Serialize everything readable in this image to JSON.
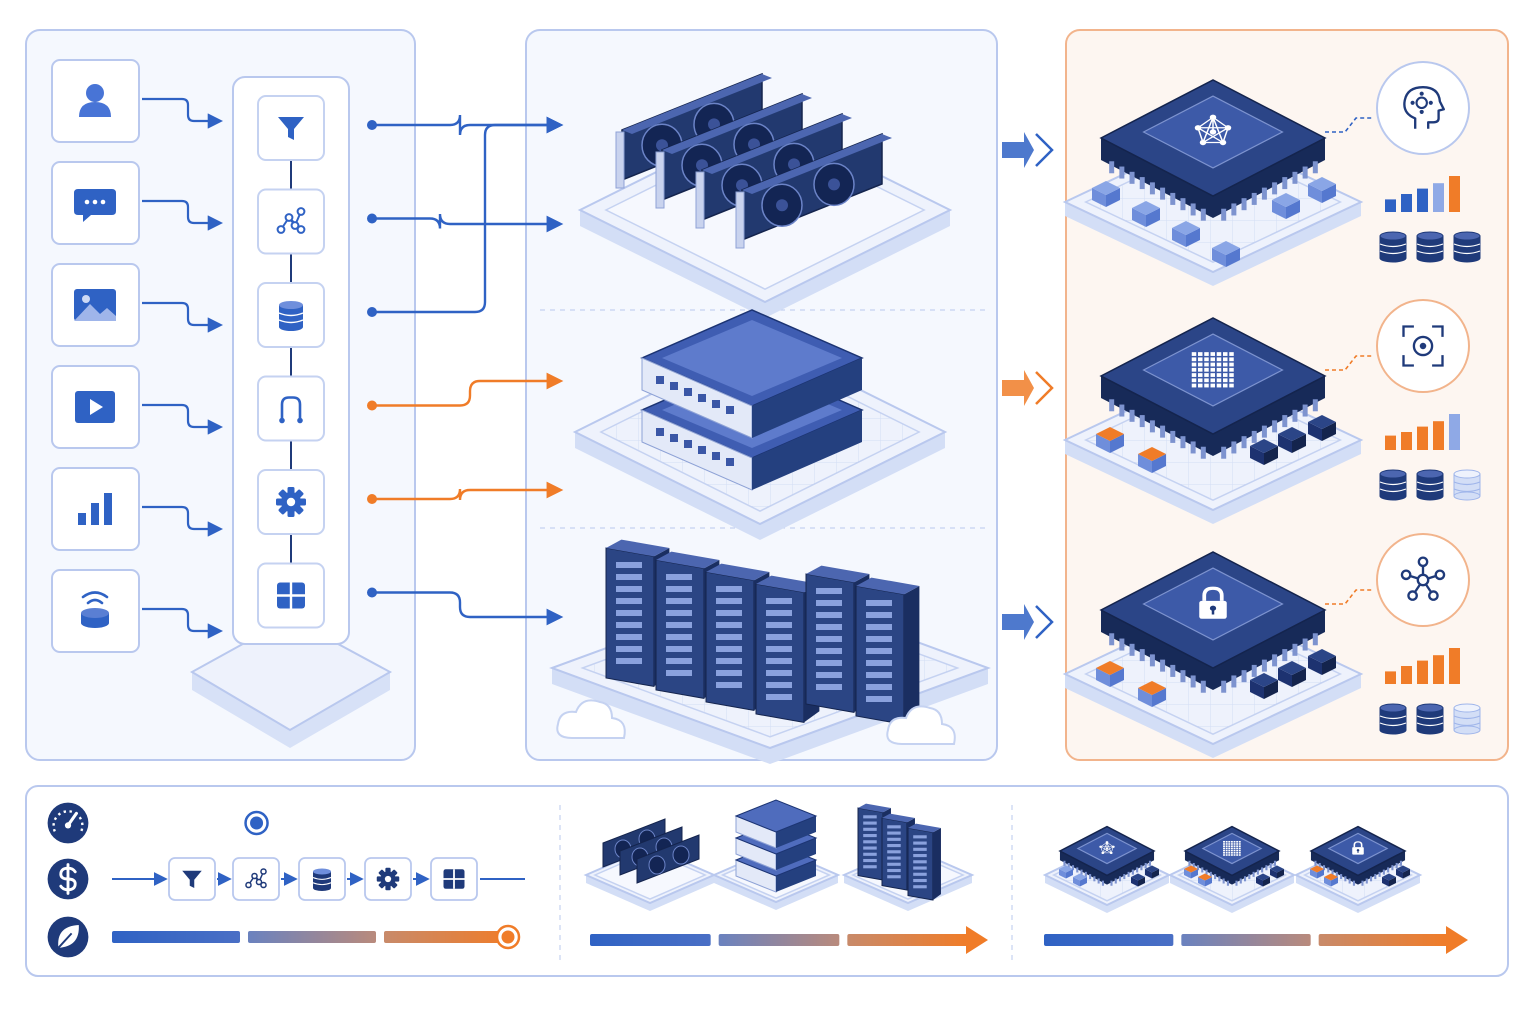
{
  "colors": {
    "navy": "#1f3a7a",
    "blue": "#2f62c4",
    "light_blue": "#8fa9e6",
    "pale_blue": "#e8eefb",
    "orange": "#f07c28",
    "pale_orange": "#fdf3ec",
    "panel_border_blue": "#b9c8ee",
    "panel_border_orange": "#f2b48c"
  },
  "inputs": {
    "items": [
      {
        "icon": "user-icon"
      },
      {
        "icon": "chat-icon"
      },
      {
        "icon": "image-icon"
      },
      {
        "icon": "video-icon"
      },
      {
        "icon": "bar-chart-icon"
      },
      {
        "icon": "sensor-icon"
      }
    ]
  },
  "pipeline": {
    "stages": [
      {
        "icon": "filter-icon"
      },
      {
        "icon": "graph-icon"
      },
      {
        "icon": "database-icon"
      },
      {
        "icon": "branch-icon"
      },
      {
        "icon": "gear-icon"
      },
      {
        "icon": "grid-icon"
      }
    ]
  },
  "routes": [
    {
      "from_stage": 0,
      "to_target": 0,
      "color": "blue"
    },
    {
      "from_stage": 1,
      "to_target": 1,
      "color": "blue"
    },
    {
      "from_stage": 2,
      "to_target": 0,
      "color": "blue"
    },
    {
      "from_stage": 3,
      "to_target": 2,
      "color": "orange"
    },
    {
      "from_stage": 4,
      "to_target": 3,
      "color": "orange"
    },
    {
      "from_stage": 5,
      "to_target": 4,
      "color": "blue"
    }
  ],
  "compute": {
    "tiers": [
      {
        "icon": "gpu-cluster-icon"
      },
      {
        "icon": "server-stack-icon"
      },
      {
        "icon": "server-rack-icon"
      }
    ]
  },
  "accelerators": {
    "chips": [
      {
        "icon": "neural-network-icon",
        "badge": "ai-head-icon",
        "arrow_color": "blue",
        "bars": [
          {
            "level": 0.35,
            "color": "blue"
          },
          {
            "level": 0.5,
            "color": "blue"
          },
          {
            "level": 0.65,
            "color": "blue"
          },
          {
            "level": 0.8,
            "color": "light_blue"
          },
          {
            "level": 1.0,
            "color": "orange"
          }
        ],
        "storage": [
          "full",
          "full",
          "full"
        ]
      },
      {
        "icon": "grid-chip-icon",
        "badge": "vision-icon",
        "arrow_color": "orange",
        "bars": [
          {
            "level": 0.4,
            "color": "orange"
          },
          {
            "level": 0.5,
            "color": "orange"
          },
          {
            "level": 0.65,
            "color": "orange"
          },
          {
            "level": 0.8,
            "color": "orange"
          },
          {
            "level": 1.0,
            "color": "light_blue"
          }
        ],
        "storage": [
          "full",
          "full",
          "empty"
        ]
      },
      {
        "icon": "lock-icon",
        "badge": "network-icon",
        "arrow_color": "blue",
        "bars": [
          {
            "level": 0.35,
            "color": "orange"
          },
          {
            "level": 0.5,
            "color": "orange"
          },
          {
            "level": 0.65,
            "color": "orange"
          },
          {
            "level": 0.8,
            "color": "orange"
          },
          {
            "level": 1.0,
            "color": "orange"
          }
        ],
        "storage": [
          "full",
          "full",
          "empty"
        ]
      }
    ]
  },
  "legend": {
    "metrics": [
      {
        "icon": "speedometer-icon",
        "level": 0.35
      },
      {
        "icon": "dollar-icon"
      },
      {
        "icon": "leaf-icon",
        "level": 1.0
      }
    ],
    "mini_pipeline": [
      "filter-icon",
      "graph-icon",
      "database-icon",
      "gear-icon",
      "grid-icon"
    ],
    "compute_icons": [
      "gpu-cluster-icon",
      "server-stack-icon",
      "server-rack-icon"
    ],
    "chip_icons": [
      "neural-network-icon",
      "grid-chip-icon",
      "lock-icon"
    ]
  }
}
